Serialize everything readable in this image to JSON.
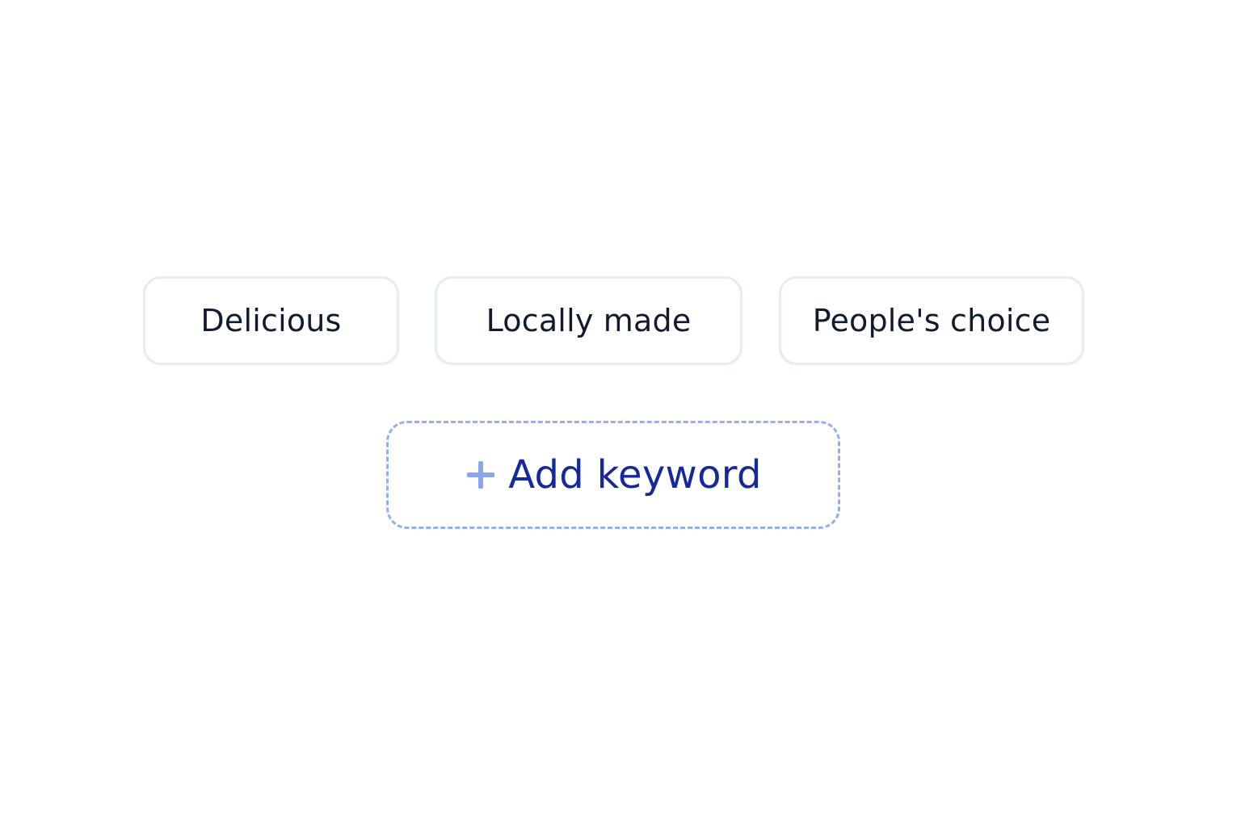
{
  "keywords": {
    "chips": [
      {
        "label": "Delicious"
      },
      {
        "label": "Locally made"
      },
      {
        "label": "People's choice"
      }
    ],
    "add_button": {
      "label": "Add keyword",
      "icon": "plus-icon"
    }
  },
  "colors": {
    "chip_border": "#e6ebf6",
    "chip_text": "#111a2e",
    "add_border": "#93aef2",
    "add_text": "#15299a",
    "add_icon": "#8aa6f0"
  }
}
